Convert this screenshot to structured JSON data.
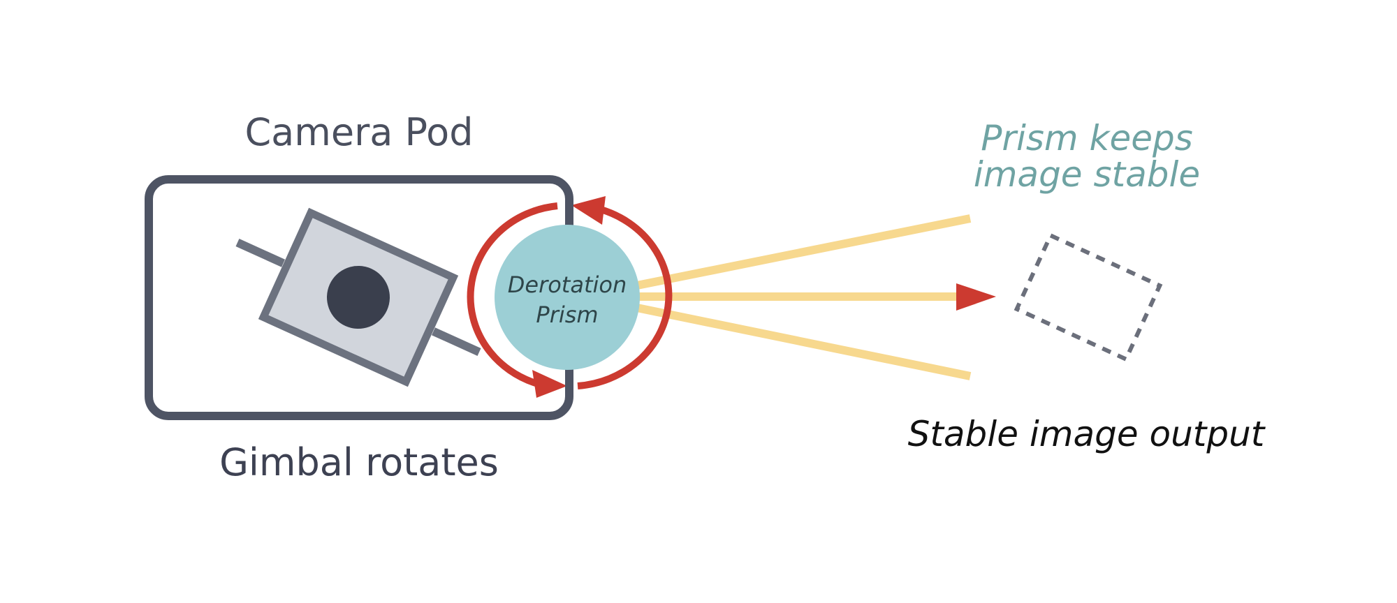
{
  "diagram": {
    "pod": {
      "title": "Camera Pod",
      "caption": "Gimbal rotates"
    },
    "prism": {
      "label_line1": "Derotation",
      "label_line2": "Prism"
    },
    "note": {
      "line1": "Prism keeps",
      "line2": "image stable"
    },
    "output": {
      "label": "Stable image output"
    },
    "icons": {
      "camera": "camera-icon",
      "rotation_arrows": "rotation-arrows-icon",
      "output_frame": "dashed-frame-icon"
    },
    "colors": {
      "pod_border": "#4e5464",
      "camera_body_fill": "#d1d5dc",
      "camera_body_stroke": "#6c727f",
      "lens": "#3a3f4d",
      "prism_fill": "#9ccfd5",
      "rotation_arrows": "#cc3a30",
      "light_rays": "#f7d88e",
      "output_frame": "#6b6f7b",
      "note_text": "#6fa3a3"
    }
  }
}
